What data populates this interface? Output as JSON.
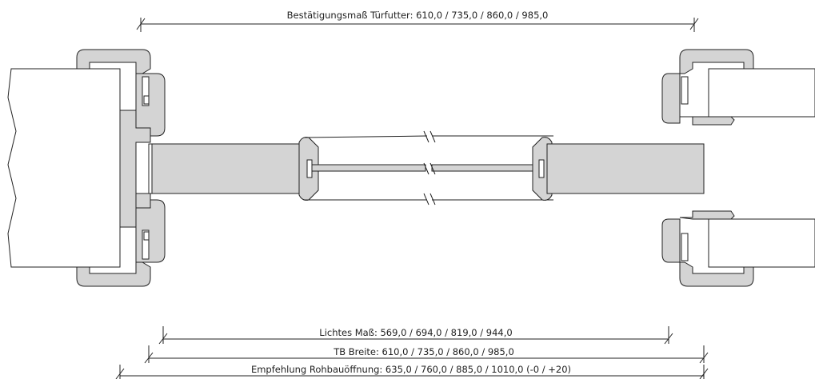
{
  "dimensions": {
    "top_label": "Bestätigungsmaß Türfutter: 610,0 / 735,0 / 860,0 / 985,0",
    "lichtes_label": "Lichtes Maß: 569,0 / 694,0 / 819,0 / 944,0",
    "tb_breite_label": "TB Breite: 610,0 / 735,0 / 860,0 / 985,0",
    "rohbau_label": "Empfehlung Rohbauöffnung: 635,0 / 760,0 / 885,0 / 1010,0 (-0 / +20)"
  },
  "colors": {
    "line": "#222222",
    "fill": "#d4d4d4",
    "background": "#ffffff"
  }
}
